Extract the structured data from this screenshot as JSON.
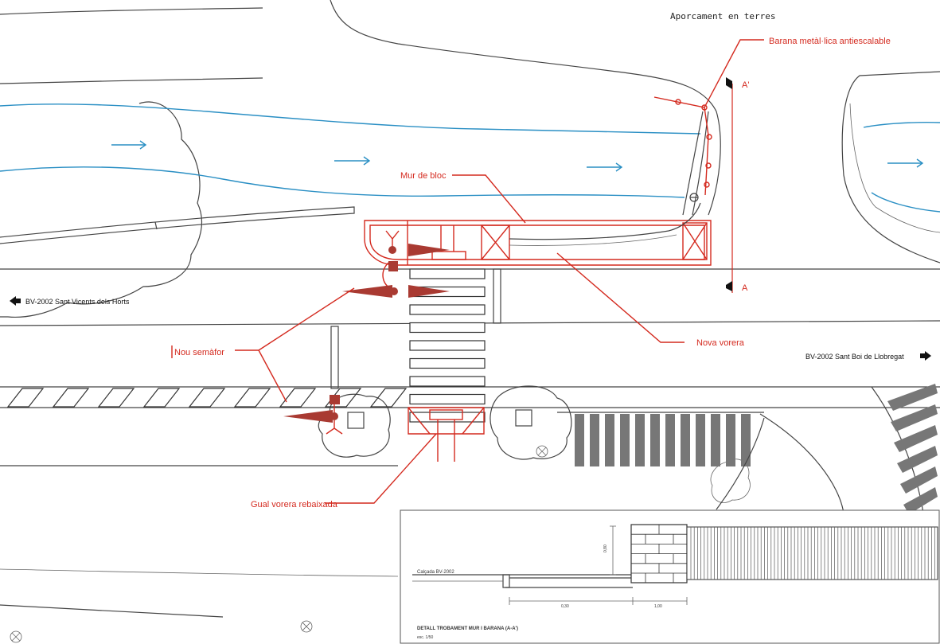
{
  "labels": {
    "aporcament": "Aporcament en terres",
    "barana": "Barana metàl·lica antiescalable",
    "mur_bloc": "Mur de bloc",
    "nova_vorera": "Nova vorera",
    "nou_semafor": "Nou semàfor",
    "gual": "Gual vorera rebaixada"
  },
  "roads": {
    "left_dest": "BV-2002  Sant Vicents dels Horts",
    "right_dest": "BV-2002  Sant Boi de Llobregat"
  },
  "section_marks": {
    "top": "A'",
    "bottom": "A"
  },
  "detail": {
    "title": "DETALL TROBAMENT MUR I BARANA (A-A')",
    "scale": "esc. 1/50",
    "road_label": "Calçada BV-2002",
    "dim_width_1": "0,30",
    "dim_width_2": "1,00",
    "dim_height": "0,80"
  },
  "colors": {
    "annotation": "#d42a1f",
    "water": "#2a8fc4",
    "line": "#444444"
  }
}
